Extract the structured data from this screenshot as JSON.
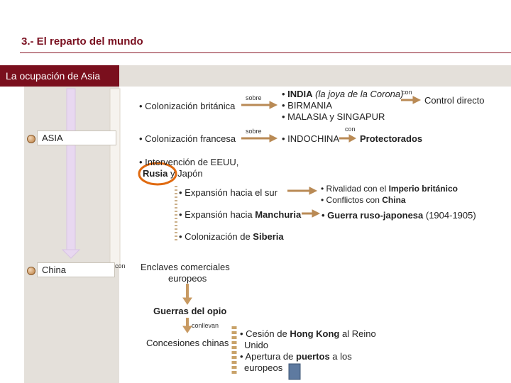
{
  "header": {
    "title": "3.- El reparto del mundo",
    "section": "La ocupación de Asia"
  },
  "sidebar": {
    "asia": "ASIA",
    "china": "China"
  },
  "asia": {
    "brit": "• Colonización británica",
    "sobre1": "sobre",
    "india_pre": "• ",
    "india_b": "INDIA",
    "india_i": " (la joya de la Corona)",
    "con1": "con",
    "control": "Control directo",
    "birmania": "• BIRMANIA",
    "malasia": "• MALASIA y SINGAPUR",
    "fran": "• Colonización francesa",
    "sobre2": "sobre",
    "indochina": "• INDOCHINA",
    "con2": "con",
    "protect": "Protectorados",
    "eeuu1": "• Intervención de EEUU,",
    "rusia_b": "Rusia",
    "rusia_rest": " y Japón",
    "exp_sur": "• Expansión hacia el sur",
    "exp_man_pre": "• Expansión hacia ",
    "exp_man_b": "Manchuria",
    "siberia_pre": "• Colonización de ",
    "siberia_b": "Siberia",
    "riv_pre": "• Rivalidad con el ",
    "riv_b": "Imperio británico",
    "conf_pre": "• Conflictos con ",
    "conf_b": "China",
    "guerra_b": "• Guerra ruso-japonesa",
    "guerra_rest": " (1904-1905)"
  },
  "china": {
    "con": "con",
    "enclaves1": "Enclaves comerciales",
    "enclaves2": "europeos",
    "guerras": "Guerras del opio",
    "conllevan": "conllevan",
    "concesiones": "Concesiones chinas",
    "cesion_pre": "• Cesión de ",
    "cesion_b": "Hong Kong",
    "cesion_rest": " al Reino",
    "unido": "Unido",
    "apert_pre": "• Apertura de ",
    "apert_b": "puertos",
    "apert_rest": " a los",
    "europeos": "europeos"
  },
  "colors": {
    "brand": "#7a0f1d",
    "band": "#e4e0da",
    "arrow": "#b98a55",
    "highlight": "#e06a10",
    "connector": "#e8d8f0"
  }
}
